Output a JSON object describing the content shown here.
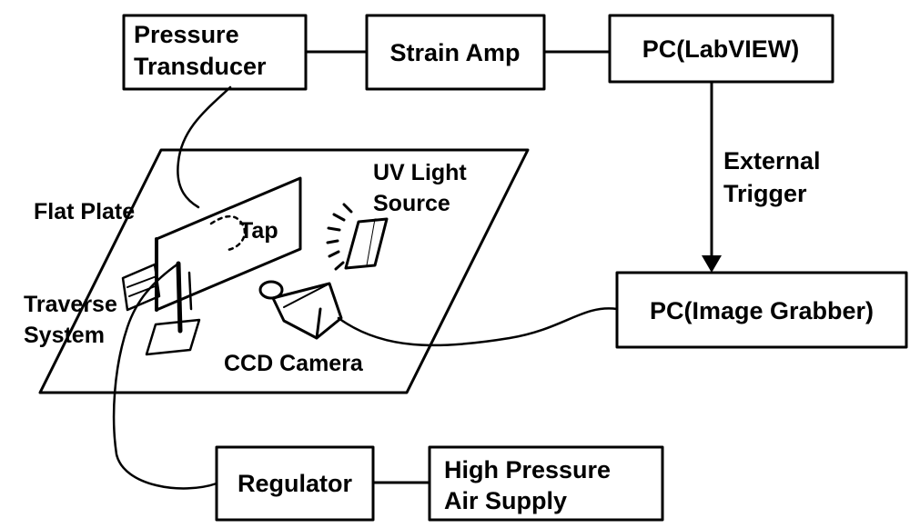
{
  "boxes": {
    "pressure_transducer": [
      "Pressure",
      "Transducer"
    ],
    "strain_amp": "Strain Amp",
    "pc_labview": "PC(LabVIEW)",
    "pc_image_grabber": "PC(Image Grabber)",
    "regulator": "Regulator",
    "high_pressure_air": [
      "High Pressure",
      "Air Supply"
    ]
  },
  "labels": {
    "external_trigger": [
      "External",
      "Trigger"
    ],
    "uv_light_source": [
      "UV Light",
      "Source"
    ],
    "flat_plate": "Flat Plate",
    "tap": "Tap",
    "traverse_system": [
      "Traverse",
      "System"
    ],
    "ccd_camera": "CCD Camera"
  },
  "colors": {
    "ink": "#000000",
    "background": "#ffffff"
  }
}
